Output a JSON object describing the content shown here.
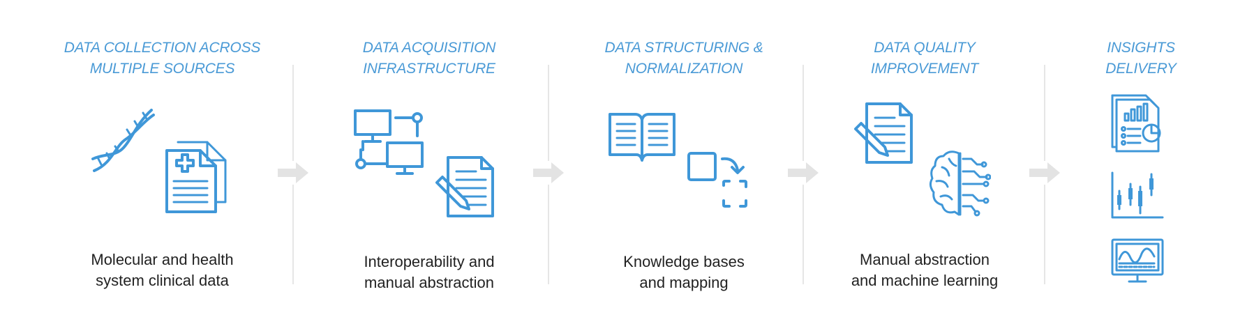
{
  "stages": [
    {
      "title_lines": [
        "DATA COLLECTION ACROSS",
        "MULTIPLE SOURCES"
      ],
      "desc_lines": [
        "Molecular and health",
        "system clinical data"
      ]
    },
    {
      "title_lines": [
        "DATA ACQUISITION",
        "INFRASTRUCTURE"
      ],
      "desc_lines": [
        "Interoperability and",
        "manual abstraction"
      ]
    },
    {
      "title_lines": [
        "DATA STRUCTURING &",
        "NORMALIZATION"
      ],
      "desc_lines": [
        "Knowledge bases",
        "and mapping"
      ]
    },
    {
      "title_lines": [
        "DATA QUALITY",
        "IMPROVEMENT"
      ],
      "desc_lines": [
        "Manual abstraction",
        "and machine learning"
      ]
    },
    {
      "title_lines": [
        "INSIGHTS",
        "DELIVERY"
      ],
      "desc_lines": []
    }
  ],
  "icons": {
    "stage1": [
      "dna-icon",
      "medical-document-icon"
    ],
    "stage2": [
      "network-computers-icon",
      "document-edit-icon"
    ],
    "stage3": [
      "open-book-icon",
      "square-transform-icon"
    ],
    "stage4": [
      "document-edit-icon",
      "brain-circuit-icon"
    ],
    "stage5": [
      "report-chart-icon",
      "candlestick-chart-icon",
      "monitor-chart-icon"
    ]
  },
  "colors": {
    "accent": "#3f97d8",
    "title": "#4a9ad6",
    "text": "#222222",
    "divider": "#e6e6e6",
    "arrow": "#e3e3e3"
  }
}
